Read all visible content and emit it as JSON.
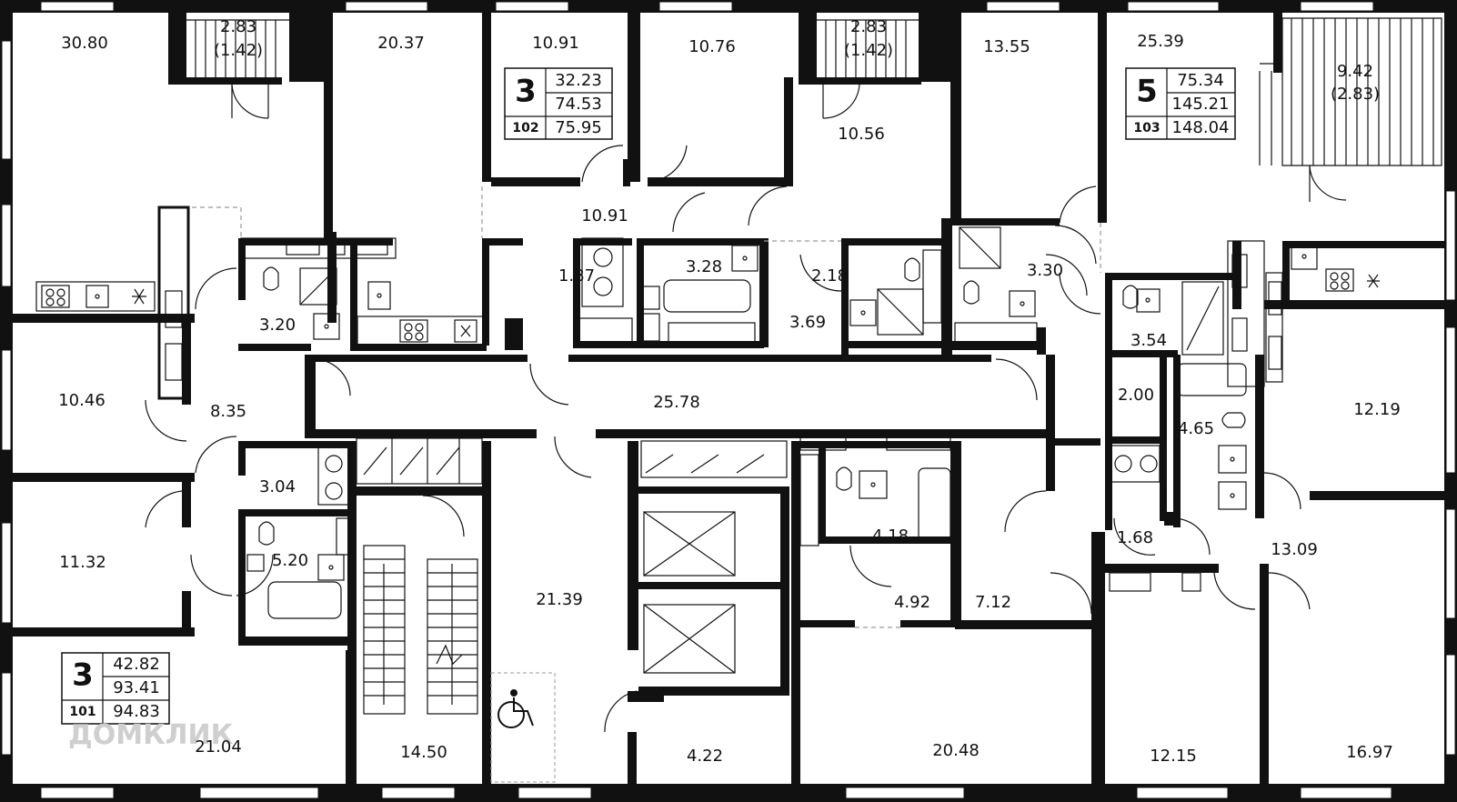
{
  "rooms": [
    {
      "id": "r1",
      "area": "30.80"
    },
    {
      "id": "r2",
      "area": "2.83"
    },
    {
      "id": "r3",
      "area": "(1.42)"
    },
    {
      "id": "r4",
      "area": "20.37"
    },
    {
      "id": "r5",
      "area": "10.91"
    },
    {
      "id": "r6",
      "area": "10.76"
    },
    {
      "id": "r7",
      "area": "2.83"
    },
    {
      "id": "r8",
      "area": "(1.42)"
    },
    {
      "id": "r9",
      "area": "13.55"
    },
    {
      "id": "r10",
      "area": "25.39"
    },
    {
      "id": "r11",
      "area": "9.42"
    },
    {
      "id": "r12",
      "area": "(2.83)"
    },
    {
      "id": "r13",
      "area": "10.56"
    },
    {
      "id": "r14",
      "area": "10.91"
    },
    {
      "id": "r15",
      "area": "1.87"
    },
    {
      "id": "r16",
      "area": "3.28"
    },
    {
      "id": "r17",
      "area": "2.18"
    },
    {
      "id": "r18",
      "area": "3.30"
    },
    {
      "id": "r19",
      "area": "3.20"
    },
    {
      "id": "r20",
      "area": "3.69"
    },
    {
      "id": "r21",
      "area": "3.54"
    },
    {
      "id": "r22",
      "area": "10.46"
    },
    {
      "id": "r23",
      "area": "8.35"
    },
    {
      "id": "r24",
      "area": "25.78"
    },
    {
      "id": "r25",
      "area": "2.00"
    },
    {
      "id": "r26",
      "area": "12.19"
    },
    {
      "id": "r27",
      "area": "4.65"
    },
    {
      "id": "r28",
      "area": "3.04"
    },
    {
      "id": "r29",
      "area": "4.18"
    },
    {
      "id": "r30",
      "area": "1.68"
    },
    {
      "id": "r31",
      "area": "13.09"
    },
    {
      "id": "r32",
      "area": "11.32"
    },
    {
      "id": "r33",
      "area": "5.20"
    },
    {
      "id": "r34",
      "area": "21.39"
    },
    {
      "id": "r35",
      "area": "4.92"
    },
    {
      "id": "r36",
      "area": "7.12"
    },
    {
      "id": "r37",
      "area": "21.04"
    },
    {
      "id": "r38",
      "area": "14.50"
    },
    {
      "id": "r39",
      "area": "4.22"
    },
    {
      "id": "r40",
      "area": "20.48"
    },
    {
      "id": "r41",
      "area": "12.15"
    },
    {
      "id": "r42",
      "area": "16.97"
    }
  ],
  "apartments": [
    {
      "rooms": "3",
      "number": "102",
      "living": "32.23",
      "total": "74.53",
      "with_balcony": "75.95"
    },
    {
      "rooms": "5",
      "number": "103",
      "living": "75.34",
      "total": "145.21",
      "with_balcony": "148.04"
    },
    {
      "rooms": "3",
      "number": "101",
      "living": "42.82",
      "total": "93.41",
      "with_balcony": "94.83"
    }
  ],
  "watermark": "ДОМКЛИК",
  "icons": {
    "wheelchair": "wheelchair-icon",
    "stairs": "stairs-icon",
    "elevator": "elevator-icon"
  }
}
